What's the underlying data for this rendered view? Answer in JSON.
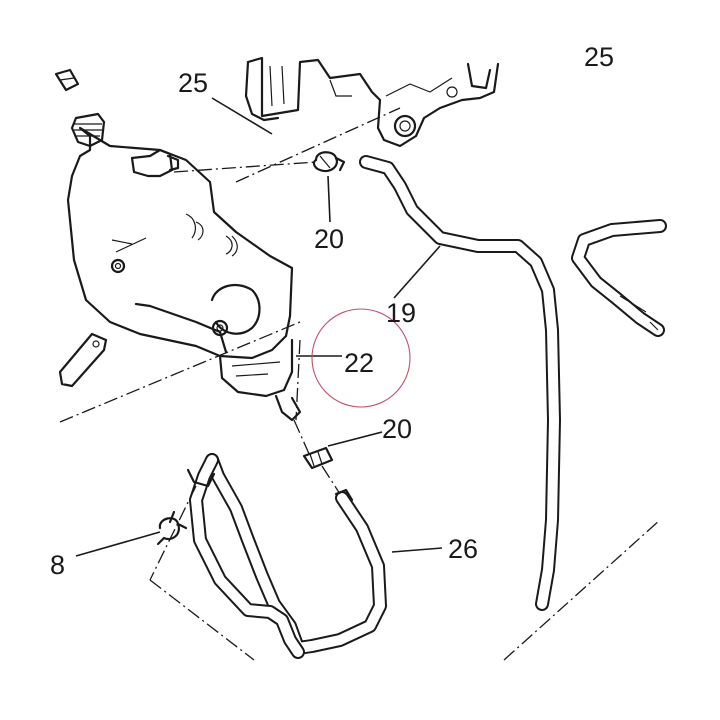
{
  "callouts": {
    "c25_top": "25",
    "c25_corner": "25",
    "c20_upper": "20",
    "c19": "19",
    "c22": "22",
    "c20_lower": "20",
    "c26": "26",
    "c8_partial": "8"
  },
  "colors": {
    "line": "#1a1a1a",
    "highlight_circle": "#c0506a",
    "background": "#ffffff"
  }
}
